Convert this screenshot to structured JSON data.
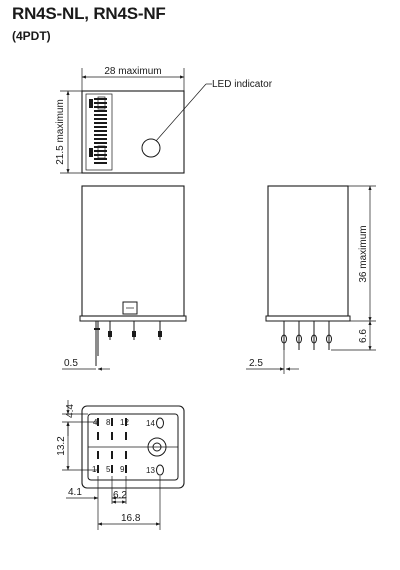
{
  "header": {
    "title": "RN4S-NL, RN4S-NF",
    "subtitle": "(4PDT)"
  },
  "top_view": {
    "width_label": "28 maximum",
    "height_label": "21.5 maximum",
    "led_label": "LED indicator"
  },
  "front_view": {
    "pin_offset_label": "0.5"
  },
  "side_view": {
    "height_label": "36 maximum",
    "pin_length_label": "6.6",
    "pin_offset_label": "2.5"
  },
  "bottom_view": {
    "pin_numbers": [
      "4",
      "8",
      "12",
      "14",
      "1",
      "5",
      "9",
      "13"
    ],
    "dim_pitch_top": "4.4",
    "dim_height": "13.2",
    "dim_left": "4.1",
    "dim_pitch": "6.2",
    "dim_width": "16.8"
  },
  "colors": {
    "line": "#1a1a1a",
    "background": "#ffffff"
  }
}
